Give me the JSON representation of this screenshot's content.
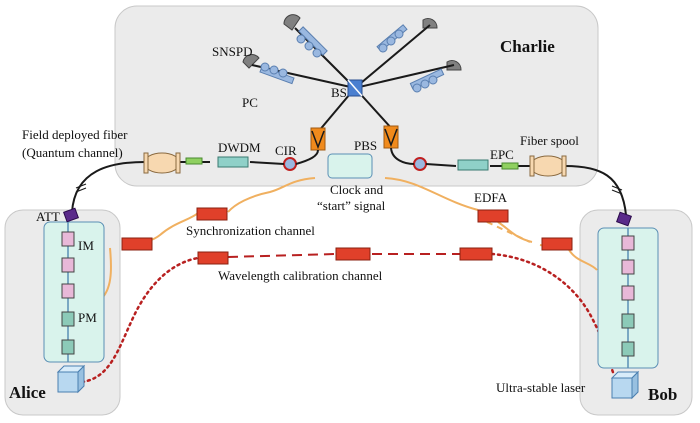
{
  "parties": {
    "charlie": "Charlie",
    "alice": "Alice",
    "bob": "Bob"
  },
  "labels": {
    "snspd": "SNSPD",
    "pc": "PC",
    "bs": "BS",
    "pbs": "PBS",
    "cir": "CIR",
    "dwdm": "DWDM",
    "epc": "EPC",
    "field_fiber_line1": "Field deployed fiber",
    "field_fiber_line2": "(Quantum channel)",
    "fiber_spool": "Fiber spool",
    "clock_line1": "Clock and",
    "clock_line2": "“start” signal",
    "edfa": "EDFA",
    "att": "ATT",
    "im": "IM",
    "pm": "PM",
    "sync_channel": "Synchronization channel",
    "wavelength_channel": "Wavelength calibration channel",
    "ultra_stable_laser": "Ultra-stable laser"
  },
  "colors": {
    "panel_fill": "#ebebeb",
    "panel_stroke": "#c8c8c8",
    "source_box_fill": "#d9f3ec",
    "source_box_stroke": "#5a8fb5",
    "fiber_black": "#1a1a1a",
    "sync_orange": "#f0b060",
    "calibration_red": "#b82020",
    "device_red": "#e0402a",
    "pbs_orange": "#f08a1c",
    "bs_blue": "#4a7fd0",
    "pc_blue": "#9ab8e0",
    "snspd_gray": "#808080",
    "spool_tan": "#f7d8b0",
    "im_pink": "#e8b8d8",
    "pm_teal": "#8ccab8",
    "dwdm_teal": "#8fd0c8",
    "att_purple": "#5a2a8a",
    "green_component": "#8fd060"
  }
}
